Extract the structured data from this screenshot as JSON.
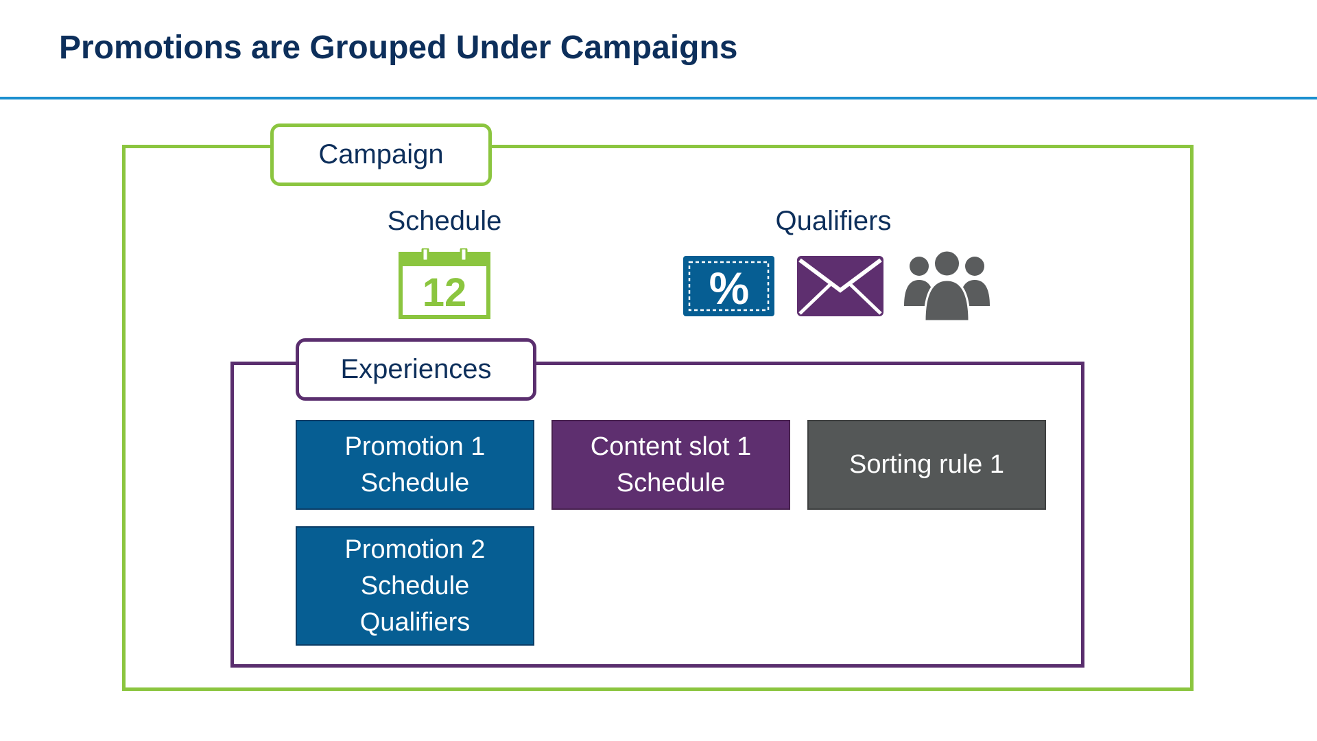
{
  "title": "Promotions are Grouped Under Campaigns",
  "colors": {
    "title": "#0d2f5b",
    "rule": "#1b8fcf",
    "campaign_frame": "#8bc53f",
    "experiences_frame": "#5a2e6e",
    "promotion_fill": "#065e93",
    "content_slot_fill": "#5e2f6f",
    "sorting_rule_fill": "#545757",
    "envelope_fill": "#5e2f6f",
    "people_fill": "#5a5c5d"
  },
  "campaign": {
    "label": "Campaign",
    "schedule": {
      "label": "Schedule",
      "icon": "calendar-icon",
      "calendar_day": "12"
    },
    "qualifiers": {
      "label": "Qualifiers",
      "icons": [
        "coupon-percent-icon",
        "envelope-icon",
        "people-group-icon"
      ],
      "coupon_symbol": "%"
    }
  },
  "experiences": {
    "label": "Experiences",
    "promotion_1": {
      "line1": "Promotion 1",
      "line2": "Schedule"
    },
    "content_slot_1": {
      "line1": "Content slot 1",
      "line2": "Schedule"
    },
    "sorting_rule_1": {
      "line1": "Sorting rule 1"
    },
    "promotion_2": {
      "line1": "Promotion 2",
      "line2": "Schedule",
      "line3": "Qualifiers"
    }
  }
}
